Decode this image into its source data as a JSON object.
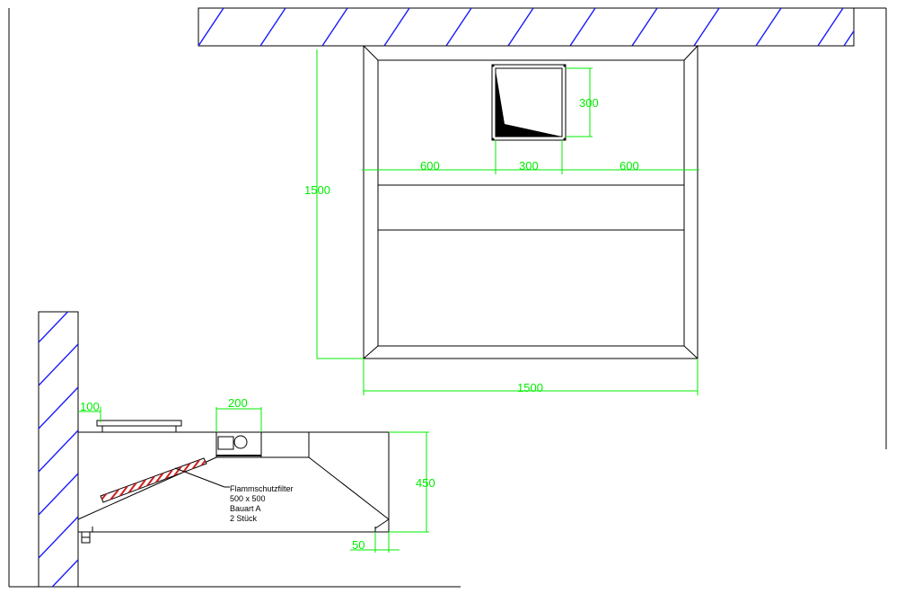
{
  "dimensions": {
    "plan_height": "1500",
    "plan_width": "1500",
    "duct_size": "300",
    "offset_left": "600",
    "duct_width": "300",
    "offset_right": "600",
    "side_offset": "100",
    "side_duct_width": "200",
    "side_height": "450",
    "side_overhang": "50"
  },
  "filter_note": {
    "line1": "Flammschutzfilter",
    "line2": "500 x 500",
    "line3": "Bauart A",
    "line4": "2 Stück"
  },
  "colors": {
    "dimension": "#00ee00",
    "hatch": "#1a1aff",
    "filter_stripe": "#cc2222",
    "outline": "#000000"
  }
}
